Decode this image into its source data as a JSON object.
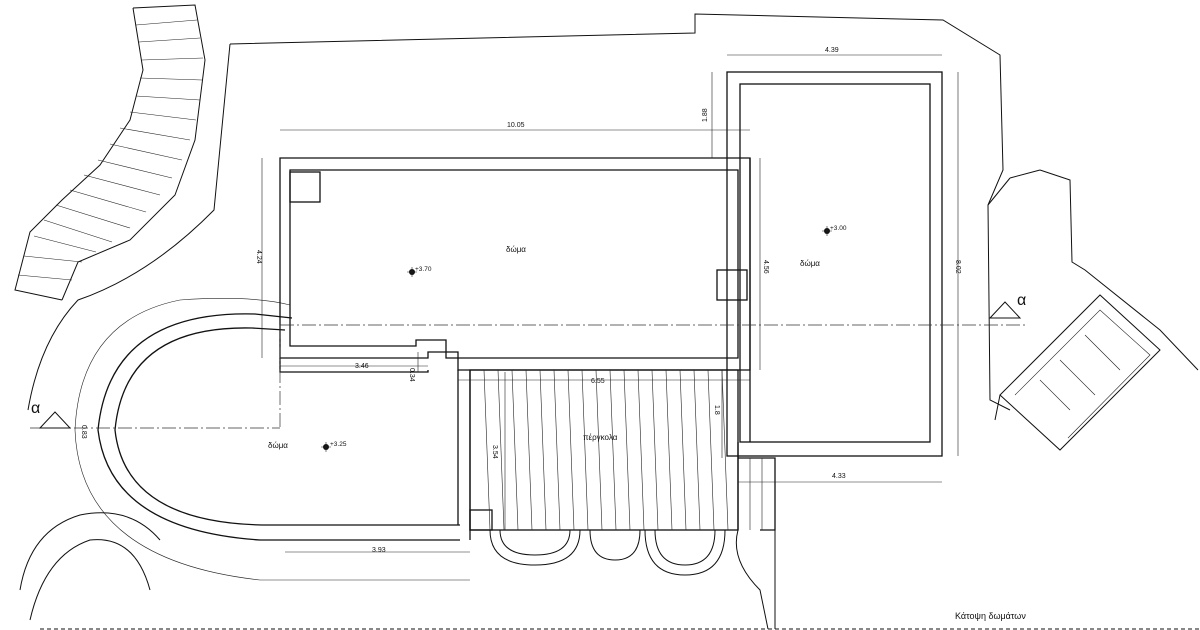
{
  "drawing": {
    "title": "Κάτοψη δωμάτων",
    "section_mark": "α",
    "rooms": {
      "roof_main": "δώμα",
      "roof_right": "δώμα",
      "roof_left": "δώμα",
      "pergola": "πέργκολα"
    },
    "levels": {
      "roof_main": "+3.70",
      "roof_right": "+3.00",
      "roof_left": "+3.25"
    },
    "dimensions": {
      "top_width": "10.05",
      "right_width_top": "4.39",
      "gap_188": "1.88",
      "left_height": "4.24",
      "mid_height": "4.56",
      "right_height": "8.02",
      "step_width": "3.46",
      "step_height": "0.34",
      "pergola_width": "6.55",
      "pergola_side": "1.8",
      "pergola_height": "3.54",
      "right_width_bottom": "4.33",
      "left_bottom": "3.93",
      "arc_dim": "0.83"
    }
  }
}
